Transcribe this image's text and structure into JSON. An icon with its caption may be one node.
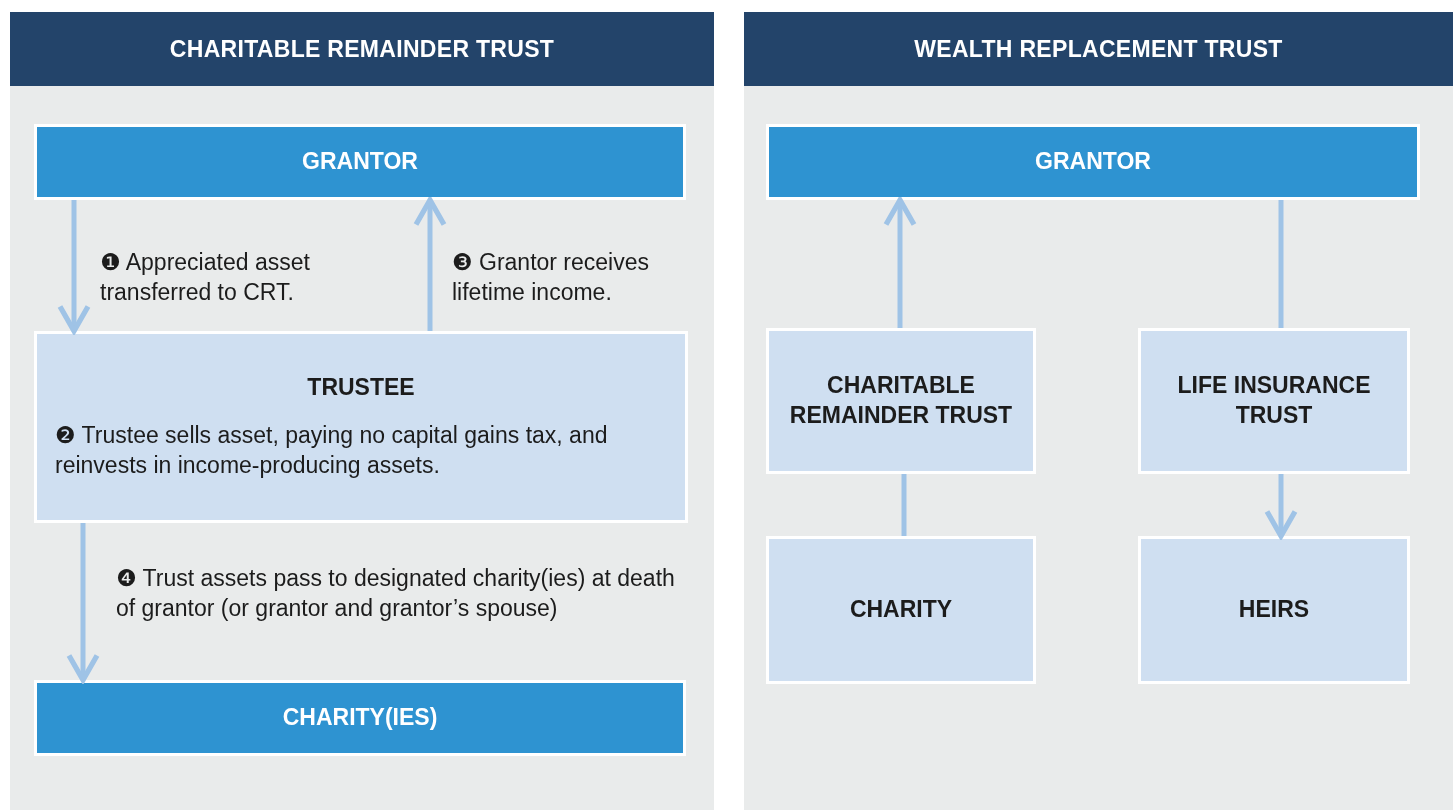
{
  "diagram": {
    "nodes": [
      {
        "text": [
          "CHARITABLE REMAINDER TRUST"
        ]
      },
      {
        "text": [
          "GRANTOR"
        ],
        "in": 0
      },
      {
        "text": [
          "TRUSTEE",
          "❷ Trustee sells asset, paying no capital gains tax, and reinvests in income-producing assets."
        ],
        "in": 0
      },
      {
        "text": [
          "CHARITY(IES)"
        ],
        "in": 0
      },
      {
        "text": [
          "WEALTH REPLACEMENT TRUST"
        ]
      },
      {
        "text": [
          "GRANTOR"
        ],
        "in": 4
      },
      {
        "text": [
          "CHARITABLE REMAINDER TRUST"
        ],
        "in": 4
      },
      {
        "text": [
          "LIFE INSURANCE TRUST"
        ],
        "in": 4
      },
      {
        "text": [
          "CHARITY"
        ],
        "in": 4
      },
      {
        "text": [
          "HEIRS"
        ],
        "in": 4
      }
    ],
    "edges": [
      {
        "from": 1,
        "to": 2,
        "arrow": "to",
        "label": "❶ Appreciated asset transferred to CRT."
      },
      {
        "from": 2,
        "to": 1,
        "arrow": "to",
        "label": "❸ Grantor receives lifetime income."
      },
      {
        "from": 2,
        "to": 3,
        "arrow": "to",
        "label": "❹ Trust assets pass to designated charity(ies) at death of grantor (or grantor and grantor’s spouse)"
      },
      {
        "from": 6,
        "to": 5,
        "arrow": "to"
      },
      {
        "from": 5,
        "to": 7,
        "arrow": "none"
      },
      {
        "from": 6,
        "to": 8,
        "arrow": "none"
      },
      {
        "from": 7,
        "to": 9,
        "arrow": "to"
      }
    ]
  }
}
